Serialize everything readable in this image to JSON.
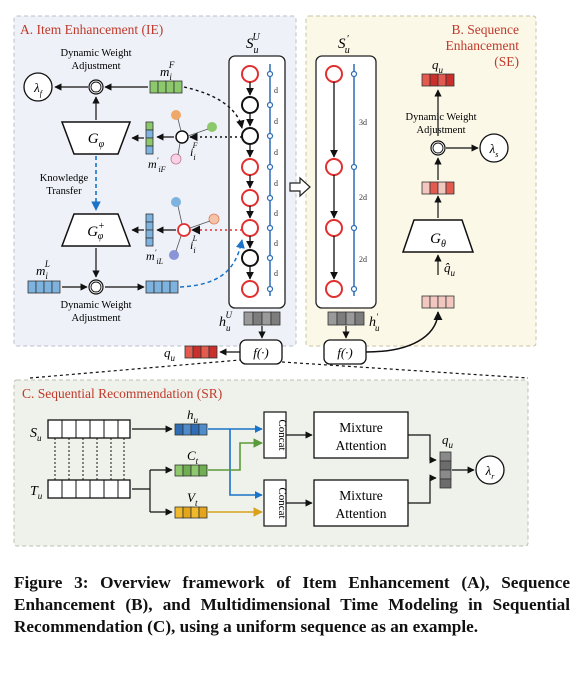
{
  "panels": {
    "ie_title": "A. Item Enhancement (IE)",
    "se_title_line1": "B. Sequence",
    "se_title_line2": "Enhancement",
    "se_title_line3": "(SE)",
    "sr_title": "C. Sequential Recommendation (SR)"
  },
  "ie": {
    "dwa_top_line1": "Dynamic Weight",
    "dwa_top_line2": "Adjustment",
    "dwa_bottom_line1": "Dynamic Weight",
    "dwa_bottom_line2": "Adjustment",
    "knowledge_line1": "Knowledge",
    "knowledge_line2": "Transfer",
    "lambda_f": "λf",
    "g_phi": "Gφ",
    "g_phi_plus": "G+φ",
    "m_f": "mFi",
    "m_l": "mLi",
    "i_f": "iFi",
    "i_l": "iLi",
    "m_if": "m'iF",
    "m_il": "m'iL"
  },
  "seq": {
    "su_label": "SUu",
    "su_prime_label": "S'u",
    "d_labels": [
      "d",
      "d",
      "d",
      "d",
      "d",
      "d",
      "d"
    ],
    "gap_labels": [
      "3d",
      "2d",
      "2d"
    ],
    "hu_u": "hUu",
    "hu_prime": "h'u",
    "f_left": "f(·)",
    "f_right": "f(·)",
    "qu_left": "qu"
  },
  "se": {
    "qu": "qu",
    "dwa_line1": "Dynamic Weight",
    "dwa_line2": "Adjustment",
    "lambda_s": "λs",
    "g_theta": "Gθ",
    "qu_hat": "q̂u"
  },
  "sr": {
    "su": "Su",
    "tu": "Tu",
    "hu": "hu",
    "ct": "Ct",
    "vt": "Vt",
    "concat_top": "Concat",
    "concat_bottom": "Concat",
    "mix_top_line1": "Mixture",
    "mix_top_line2": "Attention",
    "mix_bottom_line1": "Mixture",
    "mix_bottom_line2": "Attention",
    "qu": "qu",
    "lambda_r": "λr"
  },
  "caption": "Figure 3: Overview framework of Item Enhancement (A), Sequence Enhancement (B), and Multidimensional Time Modeling in Sequential Recommendation (C), using a uniform sequence as an example.",
  "colors": {
    "ie_bg": "#eef1f7",
    "se_bg": "#fbf8e8",
    "sr_bg": "#eff2ea",
    "red": "#e03030",
    "blue_dash": "#1a73c8",
    "green_cell": "#8dc86d",
    "blue_cell": "#7eb3df",
    "red_cell": "#e35a4f",
    "peach_cell": "#f2c7bf",
    "gray_cell": "#8a8a8a",
    "yellow_cell": "#f0b92b",
    "dark_blue_cell": "#2e6db5"
  }
}
